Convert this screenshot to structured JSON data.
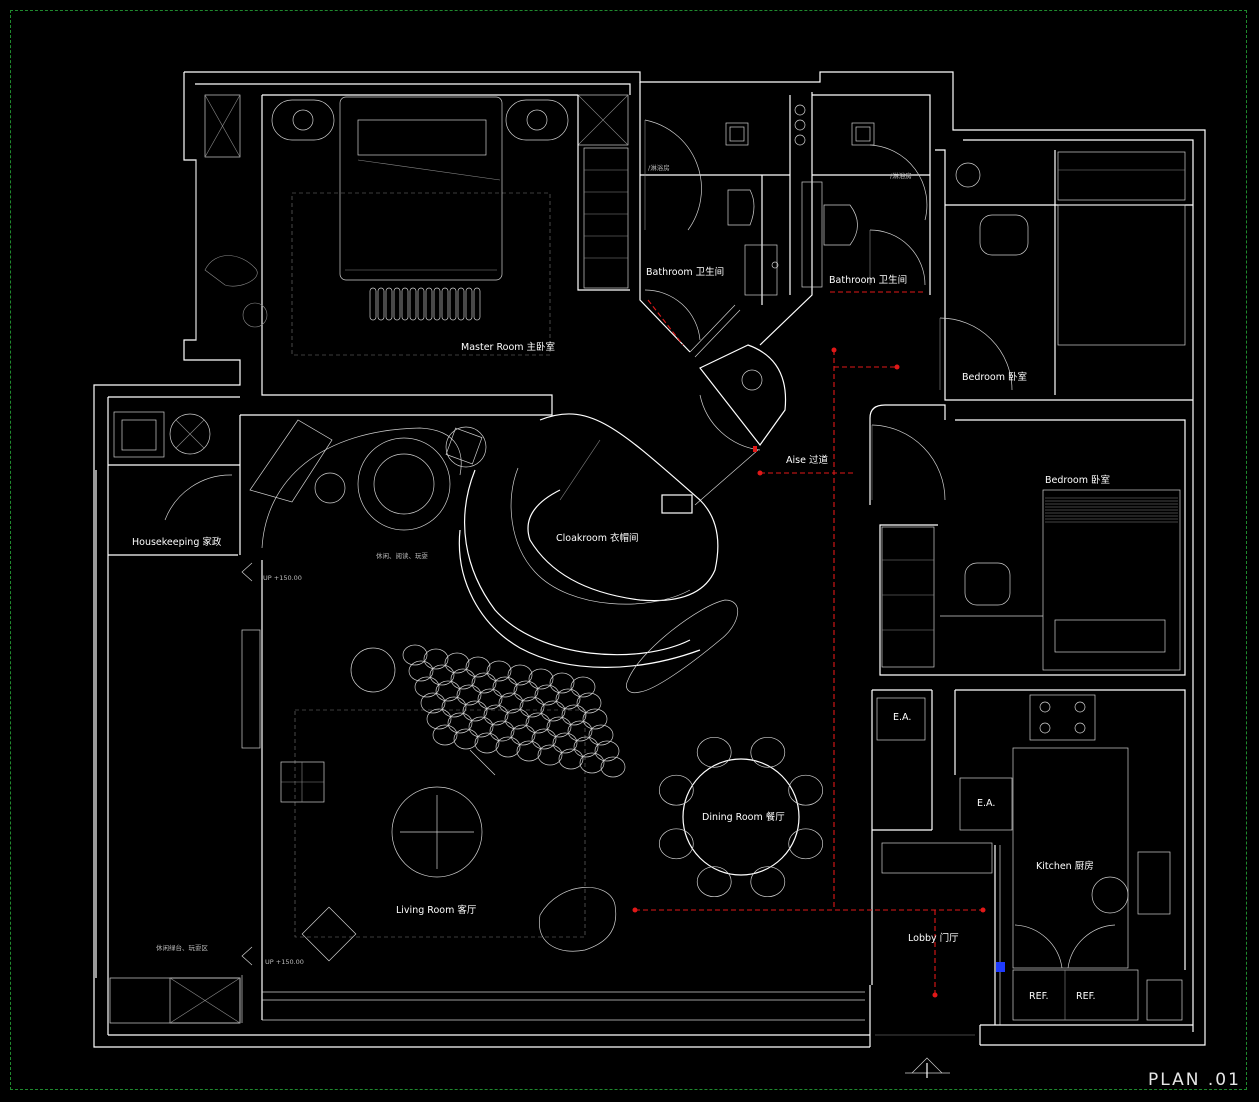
{
  "plan_title": "PLAN .01",
  "rooms": {
    "master_room": "Master Room 主卧室",
    "bathroom_1": "Bathroom 卫生间",
    "bathroom_2": "Bathroom 卫生间",
    "shower_1": "/淋浴房",
    "shower_2": "/淋浴房",
    "bedroom_1": "Bedroom 卧室",
    "bedroom_2": "Bedroom 卧室",
    "aise": "Aise 过道",
    "cloakroom": "Cloakroom 衣帽间",
    "housekeeping": "Housekeeping 家政",
    "living_room": "Living Room 客厅",
    "dining_room": "Dining Room 餐厅",
    "kitchen": "Kitchen 厨房",
    "lobby": "Lobby 门厅"
  },
  "notes": {
    "leisure_1": "休闲、阅读、玩耍",
    "leisure_2": "休闲绿台、玩耍区",
    "level_1": "UP +150.00",
    "level_2": "UP +150.00"
  },
  "equipment": {
    "ea_1": "E.A.",
    "ea_2": "E.A.",
    "ref_1": "REF.",
    "ref_2": "REF."
  },
  "colors": {
    "wall": "#ffffff",
    "circulation": "#e01818",
    "frame": "#1f8a2e",
    "background": "#000000"
  }
}
